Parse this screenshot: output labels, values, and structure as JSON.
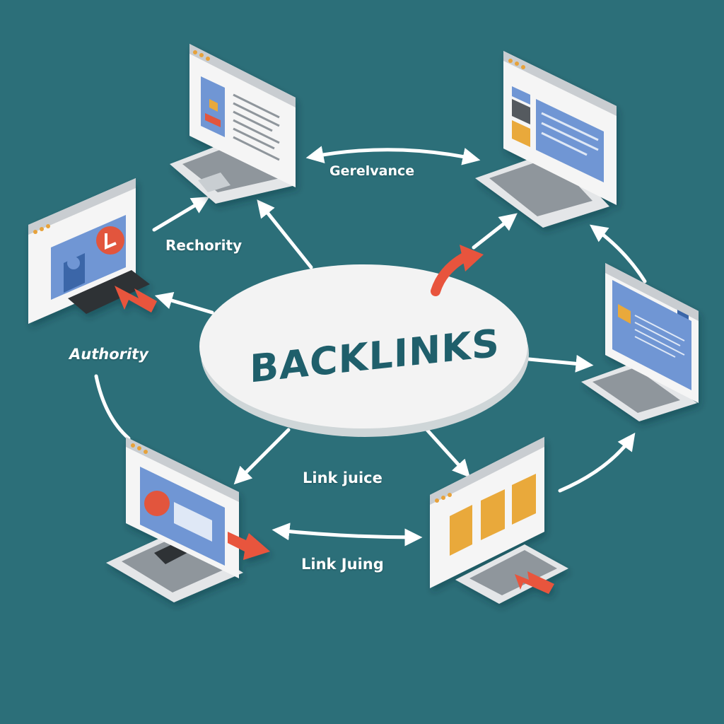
{
  "center": {
    "title": "BACKLINKS"
  },
  "labels": {
    "top": "Gerelvance",
    "upper_left": "Rechority",
    "left": "Authority",
    "bottom_upper": "Link juice",
    "bottom_lower": "Link Juing"
  },
  "colors": {
    "background": "#2c6f79",
    "hub": "#f2f2f2",
    "title": "#1f5f6b",
    "arrow": "#ffffff",
    "accent_arrow": "#e8543d",
    "screen_blue": "#6f96d4",
    "screen_orange": "#e9a93a"
  }
}
